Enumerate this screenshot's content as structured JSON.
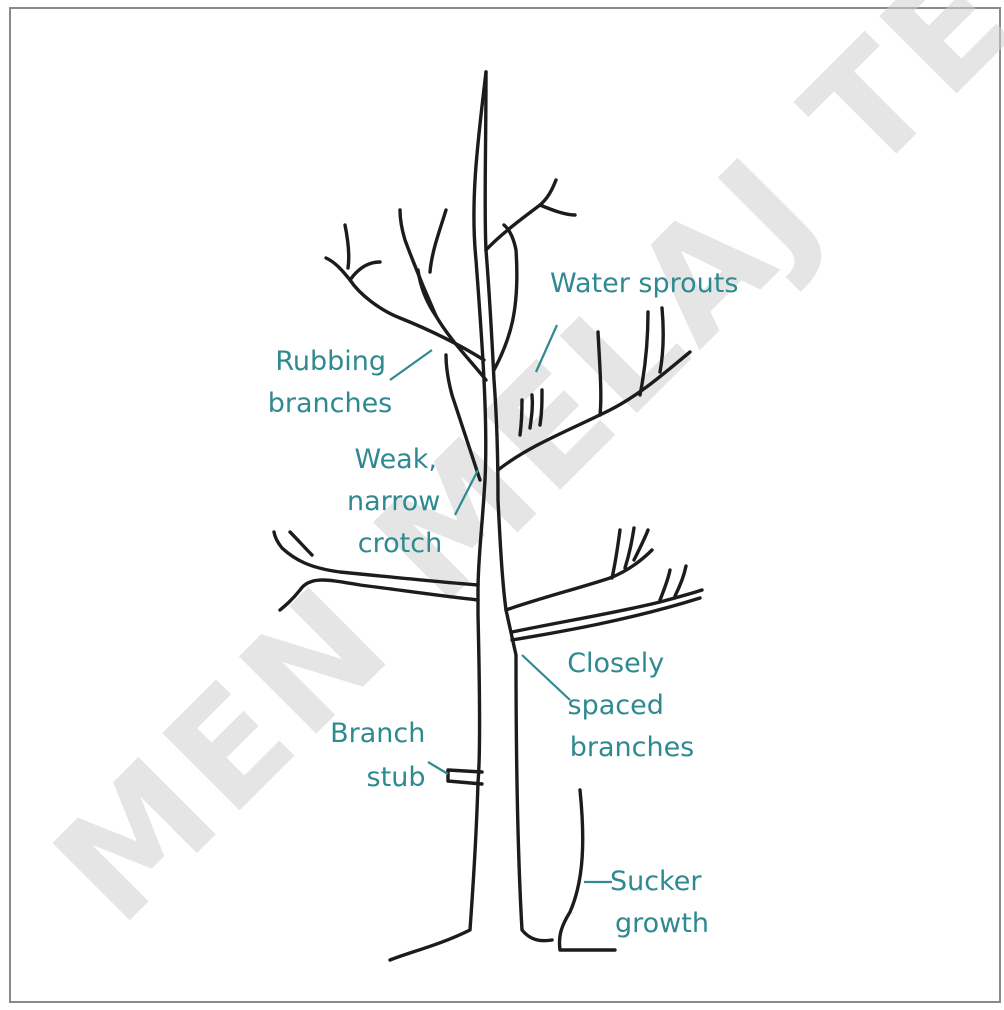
{
  "diagram": {
    "labels": {
      "water_sprouts": "Water sprouts",
      "rubbing": [
        "Rubbing",
        "branches"
      ],
      "crotch": [
        "Weak,",
        "narrow",
        "crotch"
      ],
      "closely": [
        "Closely",
        "spaced",
        "branches"
      ],
      "stub": [
        "Branch",
        "stub"
      ],
      "sucker": [
        "Sucker",
        "growth"
      ]
    },
    "watermark": "MEN MELAJ TERKAW",
    "colors": {
      "label": "#2e8a90",
      "line": "#1c1c1c",
      "frame": "#8a8a8a",
      "watermark": "#cfcfcf"
    }
  }
}
